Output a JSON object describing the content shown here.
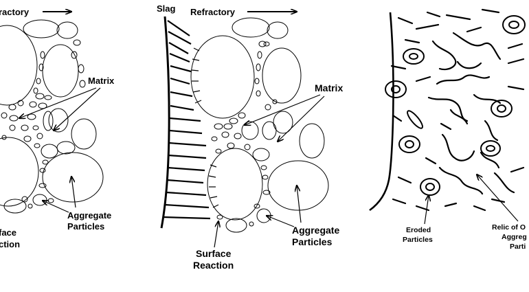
{
  "panel_left": {
    "refractory_label": "ractory",
    "matrix_label": "Matrix",
    "aggregate_line1": "Aggregate",
    "aggregate_line2": "Particles",
    "surface_line1": "face",
    "surface_line2": "ction"
  },
  "panel_middle": {
    "slag_label": "Slag",
    "refractory_label": "Refractory",
    "matrix_label": "Matrix",
    "aggregate_line1": "Aggregate",
    "aggregate_line2": "Particles",
    "surface_line1": "Surface",
    "surface_line2": "Reaction"
  },
  "panel_right": {
    "eroded_line1": "Eroded",
    "eroded_line2": "Particles",
    "relic_line1": "Relic of O",
    "relic_line2": "Aggreg",
    "relic_line3": "Parti"
  }
}
